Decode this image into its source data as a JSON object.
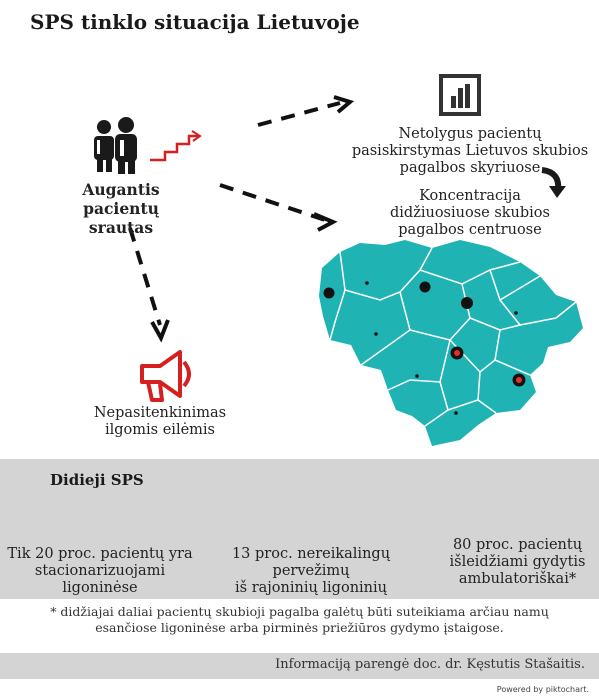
{
  "title": "SPS tinklo situacija Lietuvoje",
  "center_label": [
    "Augantis pacientų",
    "srautas"
  ],
  "top_right_label": [
    "Netolygus pacientų",
    "pasiskirstymas  Lietuvos skubios",
    "pagalbos skyriuose"
  ],
  "mid_right_label": [
    "Koncentracija",
    "didžiuosiuose skubios",
    "pagalbos centruose"
  ],
  "bottom_left_label": [
    "Nepasitenkinimas",
    "ilgomis eilėmis"
  ],
  "panel": {
    "title": "Didieji SPS",
    "stats": [
      {
        "lines": [
          "Tik 20 proc. pacientų yra",
          "stacionarizuojami ligoninėse"
        ],
        "icon": "hospital-bed-icon"
      },
      {
        "lines": [
          "13 proc. nereikalingų pervežimų",
          "iš rajoninių ligoninių"
        ],
        "icon": "ambulance-icon"
      },
      {
        "lines": [
          "80 proc. pacientų",
          "išleidžiami gydytis",
          "ambulatoriškai*"
        ],
        "icon": "injured-patient-icon"
      }
    ]
  },
  "note": [
    "* didžiajai daliai pacientų skubioji pagalba galėtų būti suteikiama arčiau namų",
    "esančiose ligoninėse arba pirminės priežiūros gydymo įstaigose."
  ],
  "credit": "Informaciją parengė doc. dr. Kęstutis Stašaitis.",
  "powered": "Powered by piktochart.",
  "colors": {
    "map": "#1fb3b3",
    "accent": "#d62020",
    "panel": "#d4d4d4"
  }
}
